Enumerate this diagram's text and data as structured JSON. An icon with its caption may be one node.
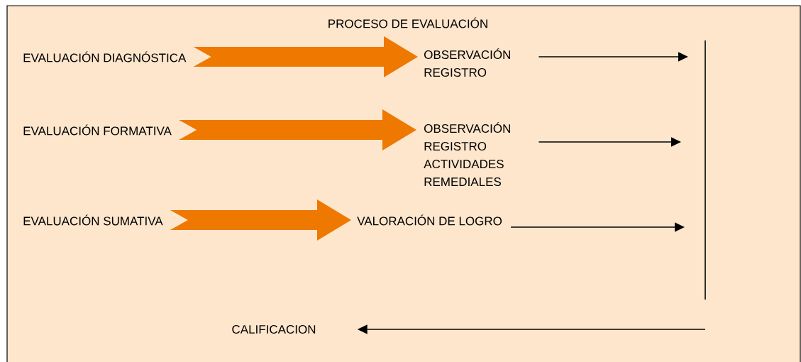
{
  "diagram": {
    "title": "PROCESO DE EVALUACIÓN",
    "nodes": [
      {
        "text": [
          "EVALUACIÓN DIAGNÓSTICA"
        ]
      },
      {
        "text": [
          "OBSERVACIÓN REGISTRO"
        ]
      },
      {
        "text": [
          "EVALUACIÓN FORMATIVA"
        ]
      },
      {
        "text": [
          "OBSERVACIÓN REGISTRO ACTIVIDADES REMEDIALES"
        ]
      },
      {
        "text": [
          "EVALUACIÓN  SUMATIVA"
        ]
      },
      {
        "text": [
          "VALORACIÓN DE LOGRO"
        ]
      },
      {
        "text": [],
        "shape": "bar"
      },
      {
        "text": [
          "CALIFICACION"
        ]
      }
    ],
    "edges": [
      {
        "from": 0,
        "to": 1,
        "arrow": "to",
        "style": "thick",
        "color": "#ee7800"
      },
      {
        "from": 2,
        "to": 3,
        "arrow": "to",
        "style": "thick",
        "color": "#ee7800"
      },
      {
        "from": 4,
        "to": 5,
        "arrow": "to",
        "style": "thick",
        "color": "#ee7800"
      },
      {
        "from": 1,
        "to": 6,
        "arrow": "to"
      },
      {
        "from": 3,
        "to": 6,
        "arrow": "to"
      },
      {
        "from": 5,
        "to": 6,
        "arrow": "to"
      },
      {
        "from": 6,
        "to": 7,
        "arrow": "to"
      }
    ]
  }
}
